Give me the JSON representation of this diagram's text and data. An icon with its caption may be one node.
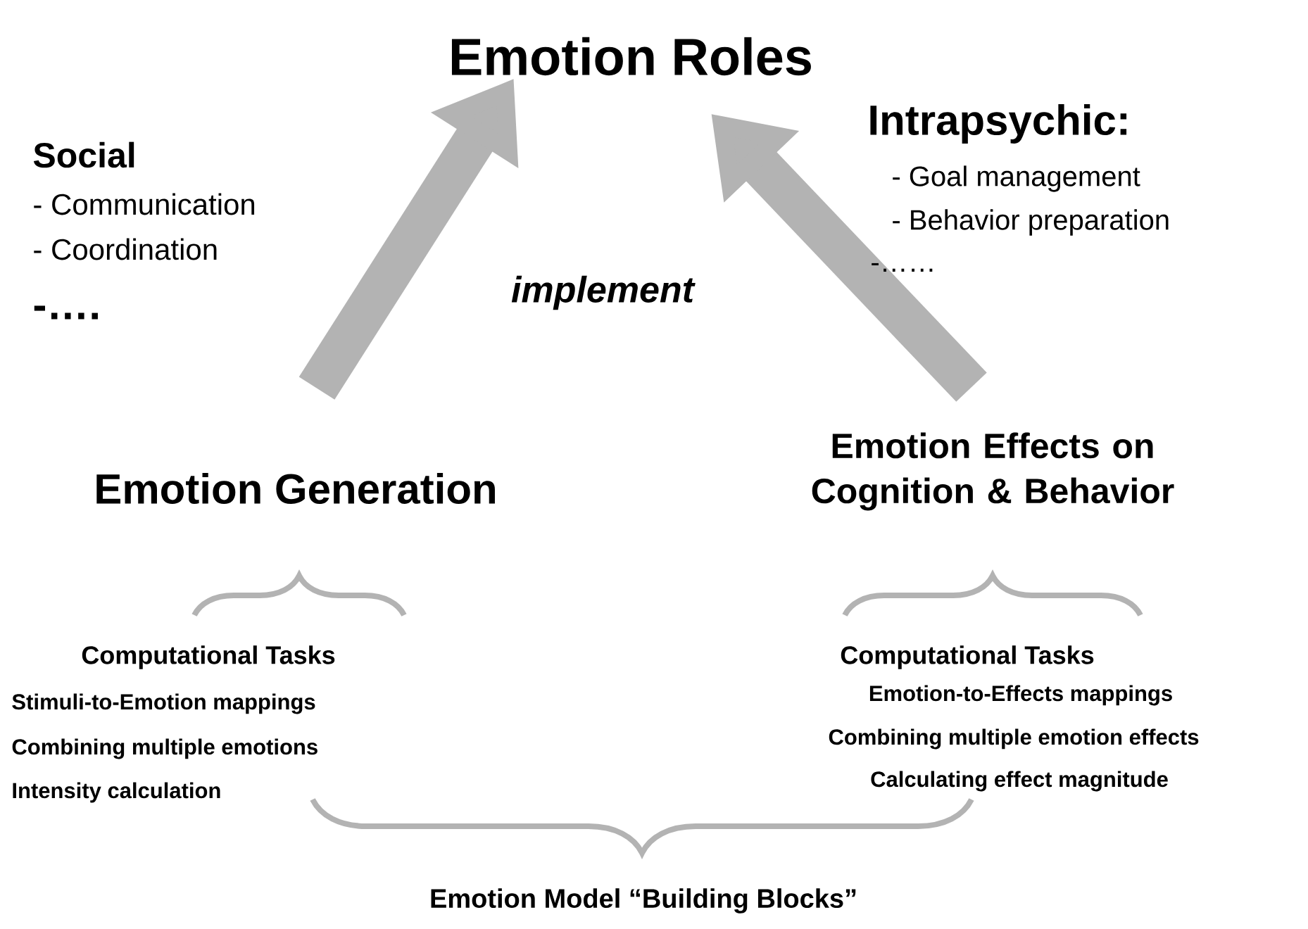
{
  "diagram": {
    "nodes": [
      {
        "text": [
          "Emotion Roles"
        ]
      },
      {
        "text": [
          "Emotion Generation"
        ]
      },
      {
        "text": [
          "Emotion Effects on Cognition & Behavior"
        ]
      }
    ],
    "edges": [
      {
        "from": 1,
        "to": 0,
        "arrow": "to"
      },
      {
        "from": 2,
        "to": 0,
        "arrow": "to"
      }
    ],
    "labels": [
      "Social",
      "- Communication",
      "- Coordination",
      "-….",
      "Intrapsychic:",
      "- Goal management",
      "-  Behavior preparation",
      "-……",
      "implement",
      "Computational Tasks",
      "Stimuli-to-Emotion mappings",
      "Combining multiple emotions",
      "Intensity calculation",
      "Computational Tasks",
      "Emotion-to-Effects mappings",
      "Combining multiple emotion effects",
      "Calculating effect magnitude",
      "Emotion Model “Building Blocks”"
    ]
  }
}
